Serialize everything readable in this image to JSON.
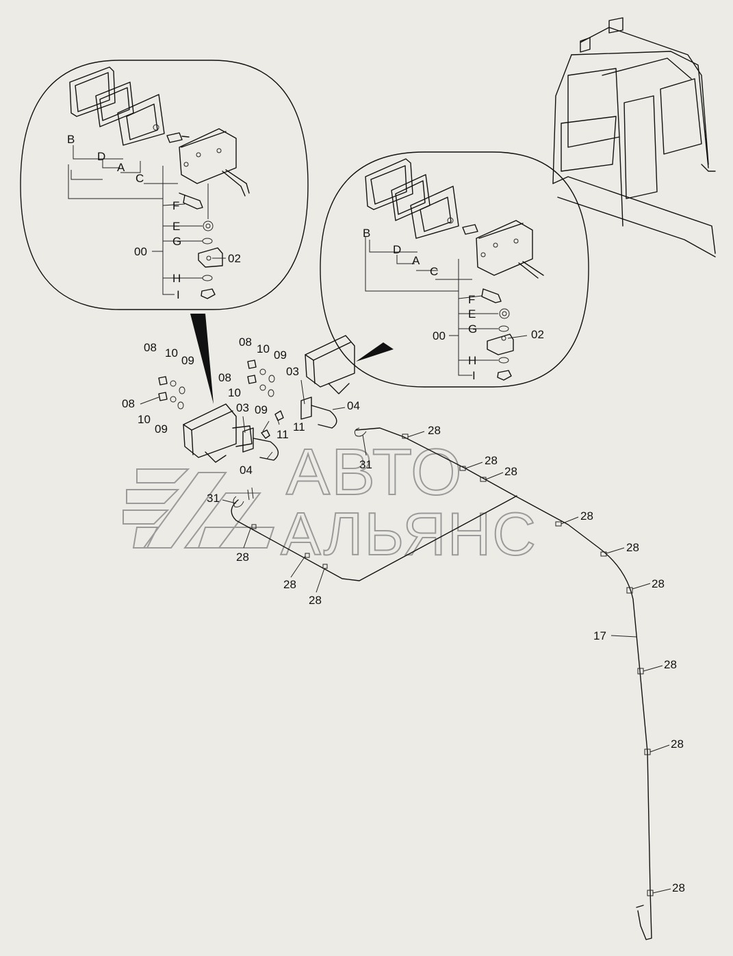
{
  "detail_left": {
    "letters": [
      "B",
      "D",
      "A",
      "C",
      "F",
      "E",
      "G",
      "H",
      "I"
    ],
    "assembly": "00",
    "bracket": "02"
  },
  "detail_right": {
    "letters": [
      "B",
      "D",
      "A",
      "C",
      "F",
      "E",
      "G",
      "H",
      "I"
    ],
    "assembly": "00",
    "bracket": "02"
  },
  "callouts": {
    "part_08": "08",
    "part_09": "09",
    "part_10": "10",
    "part_03": "03",
    "part_04": "04",
    "part_11": "11",
    "part_31": "31",
    "part_28": "28",
    "part_17": "17"
  },
  "watermark": {
    "line1": "АВТО",
    "line2": "АЛЬЯНС"
  },
  "colors": {
    "background": "#ecebe5",
    "ink": "#111111",
    "watermark": "#9a9a9a"
  }
}
